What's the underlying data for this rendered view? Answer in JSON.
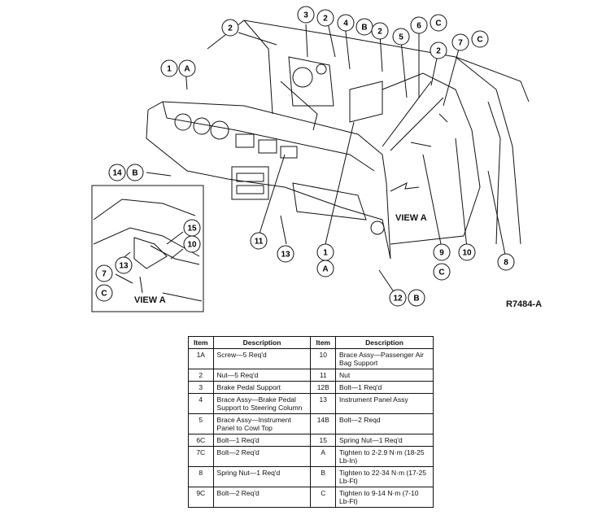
{
  "figure": {
    "id": "R7484-A",
    "view_label_main": "VIEW A",
    "view_label_inset": "VIEW A"
  },
  "callouts": [
    {
      "num": "1",
      "letter": "A"
    },
    {
      "num": "2",
      "letter": ""
    },
    {
      "num": "3",
      "letter": ""
    },
    {
      "num": "4",
      "letter": "B"
    },
    {
      "num": "2",
      "letter": ""
    },
    {
      "num": "5",
      "letter": ""
    },
    {
      "num": "6",
      "letter": "C"
    },
    {
      "num": "2",
      "letter": ""
    },
    {
      "num": "7",
      "letter": "C"
    },
    {
      "num": "2",
      "letter": ""
    },
    {
      "num": "14",
      "letter": "B"
    },
    {
      "num": "15",
      "letter": ""
    },
    {
      "num": "10",
      "letter": ""
    },
    {
      "num": "13",
      "letter": ""
    },
    {
      "num": "7",
      "letter": "C"
    },
    {
      "num": "11",
      "letter": ""
    },
    {
      "num": "13",
      "letter": ""
    },
    {
      "num": "1",
      "letter": "A"
    },
    {
      "num": "9",
      "letter": "C"
    },
    {
      "num": "10",
      "letter": ""
    },
    {
      "num": "8",
      "letter": ""
    },
    {
      "num": "12",
      "letter": "B"
    }
  ],
  "legend": {
    "headers": [
      "Item",
      "Description",
      "Item",
      "Description"
    ],
    "rows": [
      {
        "item1": "1A",
        "desc1": "Screw—5 Req'd",
        "item2": "10",
        "desc2": "Brace Assy—Passenger Air Bag Support"
      },
      {
        "item1": "2",
        "desc1": "Nut—5 Req'd",
        "item2": "11",
        "desc2": "Nut"
      },
      {
        "item1": "3",
        "desc1": "Brake Pedal Support",
        "item2": "12B",
        "desc2": "Bolt—1 Req'd"
      },
      {
        "item1": "4",
        "desc1": "Brace Assy—Brake Pedal Support to Steering Column",
        "item2": "13",
        "desc2": "Instrument Panel Assy"
      },
      {
        "item1": "5",
        "desc1": "Brace Assy—Instrument Panel to Cowl Top",
        "item2": "14B",
        "desc2": "Bolt—2 Reqd"
      },
      {
        "item1": "6C",
        "desc1": "Bolt—1 Req'd",
        "item2": "15",
        "desc2": "Spring Nut—1 Req'd"
      },
      {
        "item1": "7C",
        "desc1": "Bolt—2 Req'd",
        "item2": "A",
        "desc2": "Tighten to 2-2.9 N·m (18-25 Lb-In)"
      },
      {
        "item1": "8",
        "desc1": "Spring Nut—1 Req'd",
        "item2": "B",
        "desc2": "Tighten to 22-34 N·m (17-25 Lb-Ft)"
      },
      {
        "item1": "9C",
        "desc1": "Bolt—2 Req'd",
        "item2": "C",
        "desc2": "Tighten to 9-14 N·m (7-10 Lb-Ft)"
      }
    ]
  }
}
